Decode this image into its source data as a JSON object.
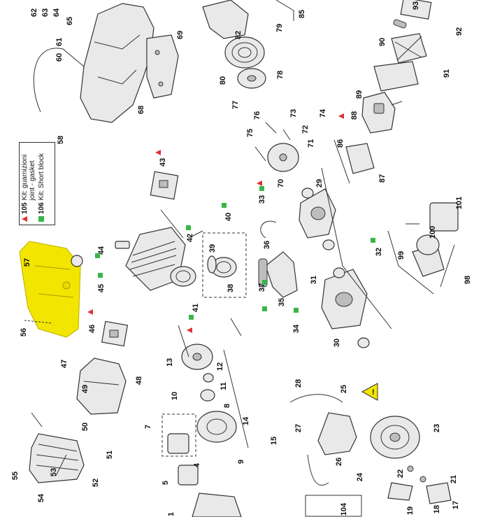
{
  "legend": {
    "kit_105_number": "105",
    "kit_105_text": "Kit: guarnizioni joint - gasket",
    "kit_106_number": "106",
    "kit_106_text": "Kit: Short block",
    "triangle_color": "#e03030",
    "square_color": "#39b54a"
  },
  "highlight_color": "#f2e600",
  "part_numbers": [
    "1",
    "4",
    "5",
    "7",
    "8",
    "9",
    "10",
    "11",
    "12",
    "13",
    "14",
    "15",
    "17",
    "18",
    "19",
    "21",
    "22",
    "23",
    "24",
    "25",
    "26",
    "27",
    "28",
    "29",
    "30",
    "31",
    "32",
    "33",
    "34",
    "35",
    "36",
    "37",
    "38",
    "39",
    "40",
    "41",
    "42",
    "43",
    "44",
    "45",
    "46",
    "47",
    "48",
    "49",
    "50",
    "51",
    "52",
    "53",
    "54",
    "55",
    "56",
    "57",
    "58",
    "60",
    "61",
    "62",
    "63",
    "64",
    "65",
    "68",
    "69",
    "70",
    "71",
    "72",
    "73",
    "74",
    "75",
    "76",
    "77",
    "78",
    "79",
    "80",
    "82",
    "85",
    "86",
    "87",
    "88",
    "89",
    "90",
    "91",
    "92",
    "93",
    "98",
    "99",
    "100",
    "101",
    "104"
  ],
  "warning_icon": "warning-triangle-icon",
  "highlighted_part": "57"
}
